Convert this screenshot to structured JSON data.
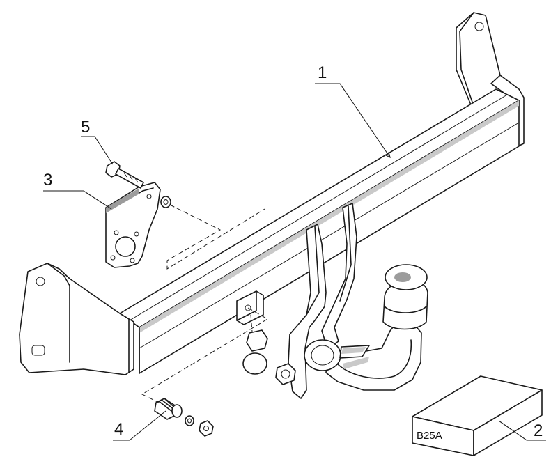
{
  "callouts": {
    "beam": "1",
    "box": "2",
    "socket_plate": "3",
    "fastener_set": "4",
    "bolt": "5"
  },
  "box_label": "B25A"
}
